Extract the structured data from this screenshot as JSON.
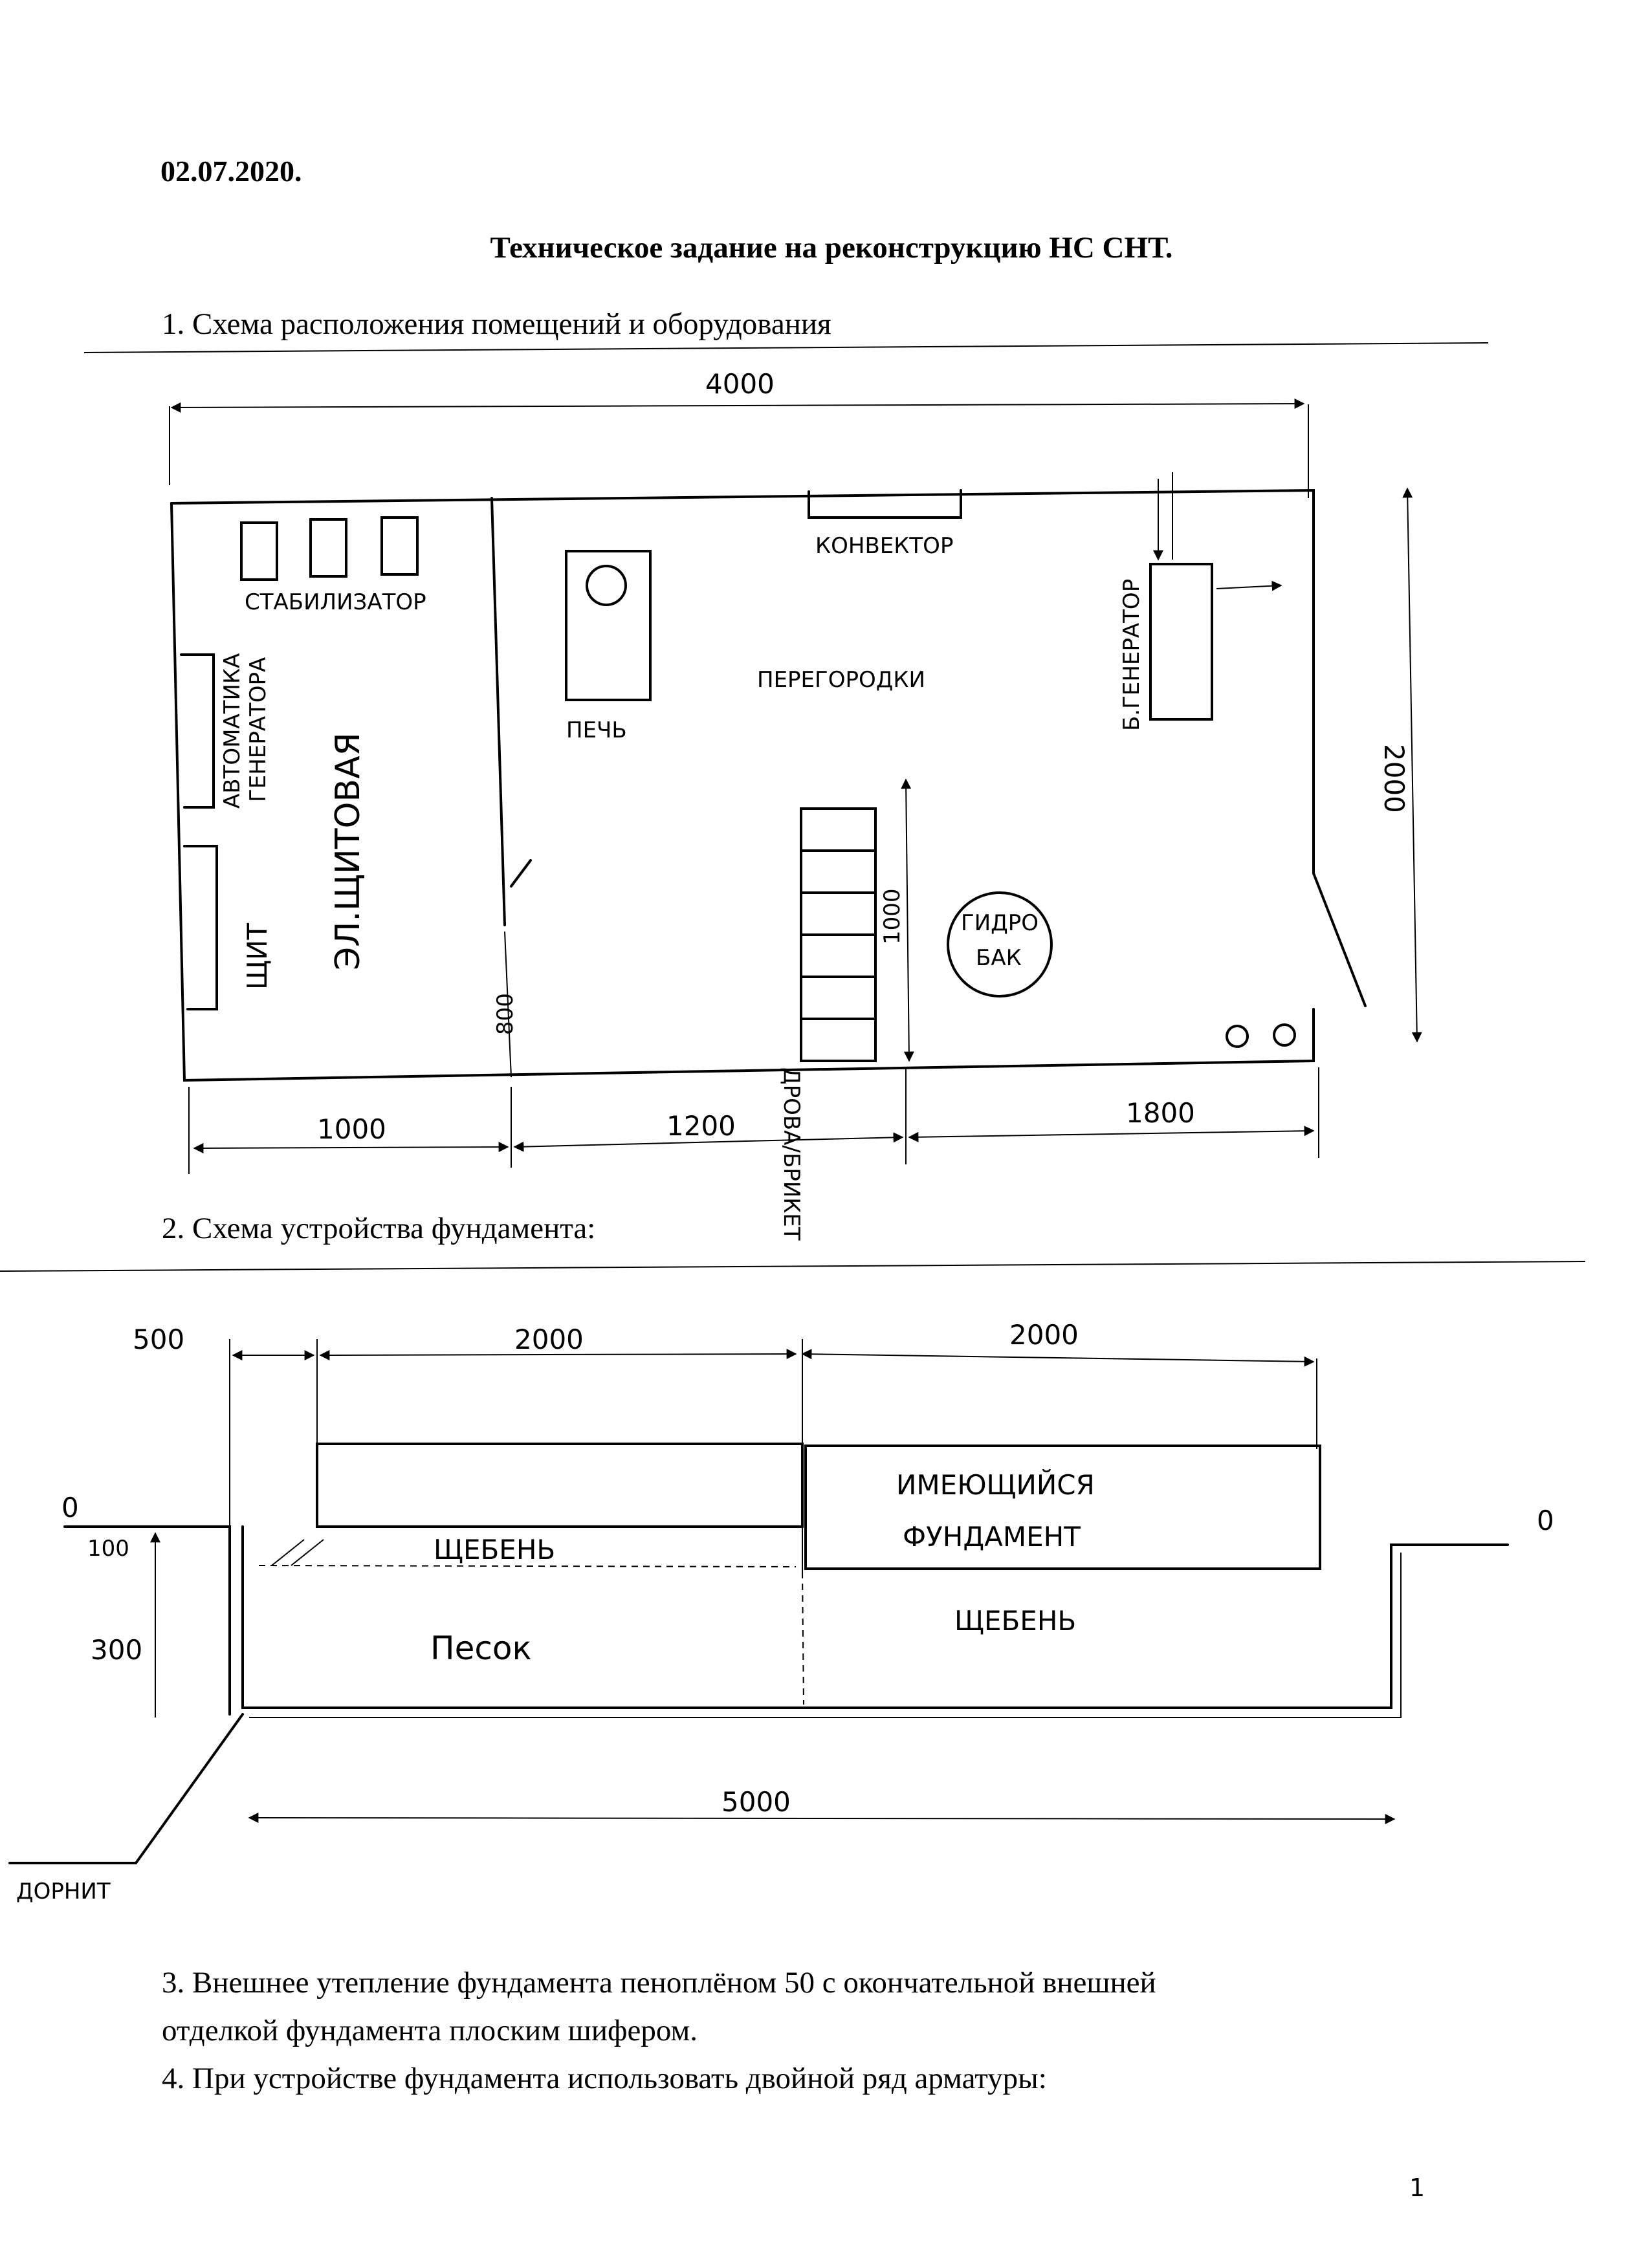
{
  "header": {
    "date": "02.07.2020.",
    "title": "Техническое задание на реконструкцию НС СНТ."
  },
  "sections": {
    "s1": "1. Схема расположения помещений и оборудования",
    "s2": "2. Схема устройства фундамента:",
    "p3_line1": "3. Внешнее утепление фундамента пеноплёном 50 с окончательной внешней",
    "p3_line2": "отделкой фундамента плоским шифером.",
    "p4": "4. При устройстве фундамента использовать двойной ряд арматуры:"
  },
  "plan": {
    "dim_top": "4000",
    "dim_right": "2000",
    "dim_bottom": [
      "1000",
      "1200",
      "1800"
    ],
    "dim_door": "800",
    "dim_rack": "1000",
    "labels": {
      "convector": "КОНВЕКТОР",
      "stabilizer": "СТАБИЛИЗАТОР",
      "automation": "АВТОМАТИКА",
      "generator_of": "ГЕНЕРАТОРА",
      "el_room": "ЭЛ.ЩИТОВАЯ",
      "panel": "ЩИТ",
      "stove": "ПЕЧЬ",
      "partitions": "ПЕРЕГОРОДКИ",
      "firewood": "ДРОВА/БРИКЕТ",
      "hydro1": "ГИДРО",
      "hydro2": "БАК",
      "generator": "Б.ГЕНЕРАТОР"
    }
  },
  "foundation": {
    "dims_top": [
      "500",
      "2000",
      "2000"
    ],
    "dim_bottom": "5000",
    "dims_left": [
      "100",
      "300"
    ],
    "zero_left": "0",
    "zero_right": "0",
    "existing1": "ИМЕЮЩИЙСЯ",
    "existing2": "ФУНДАМЕНТ",
    "gravel_left": "ЩЕБЕНЬ",
    "gravel_right": "ЩЕБЕНЬ",
    "sand": "Песок",
    "dornit": "ДОРНИТ"
  },
  "footer": {
    "page_number": "1"
  }
}
